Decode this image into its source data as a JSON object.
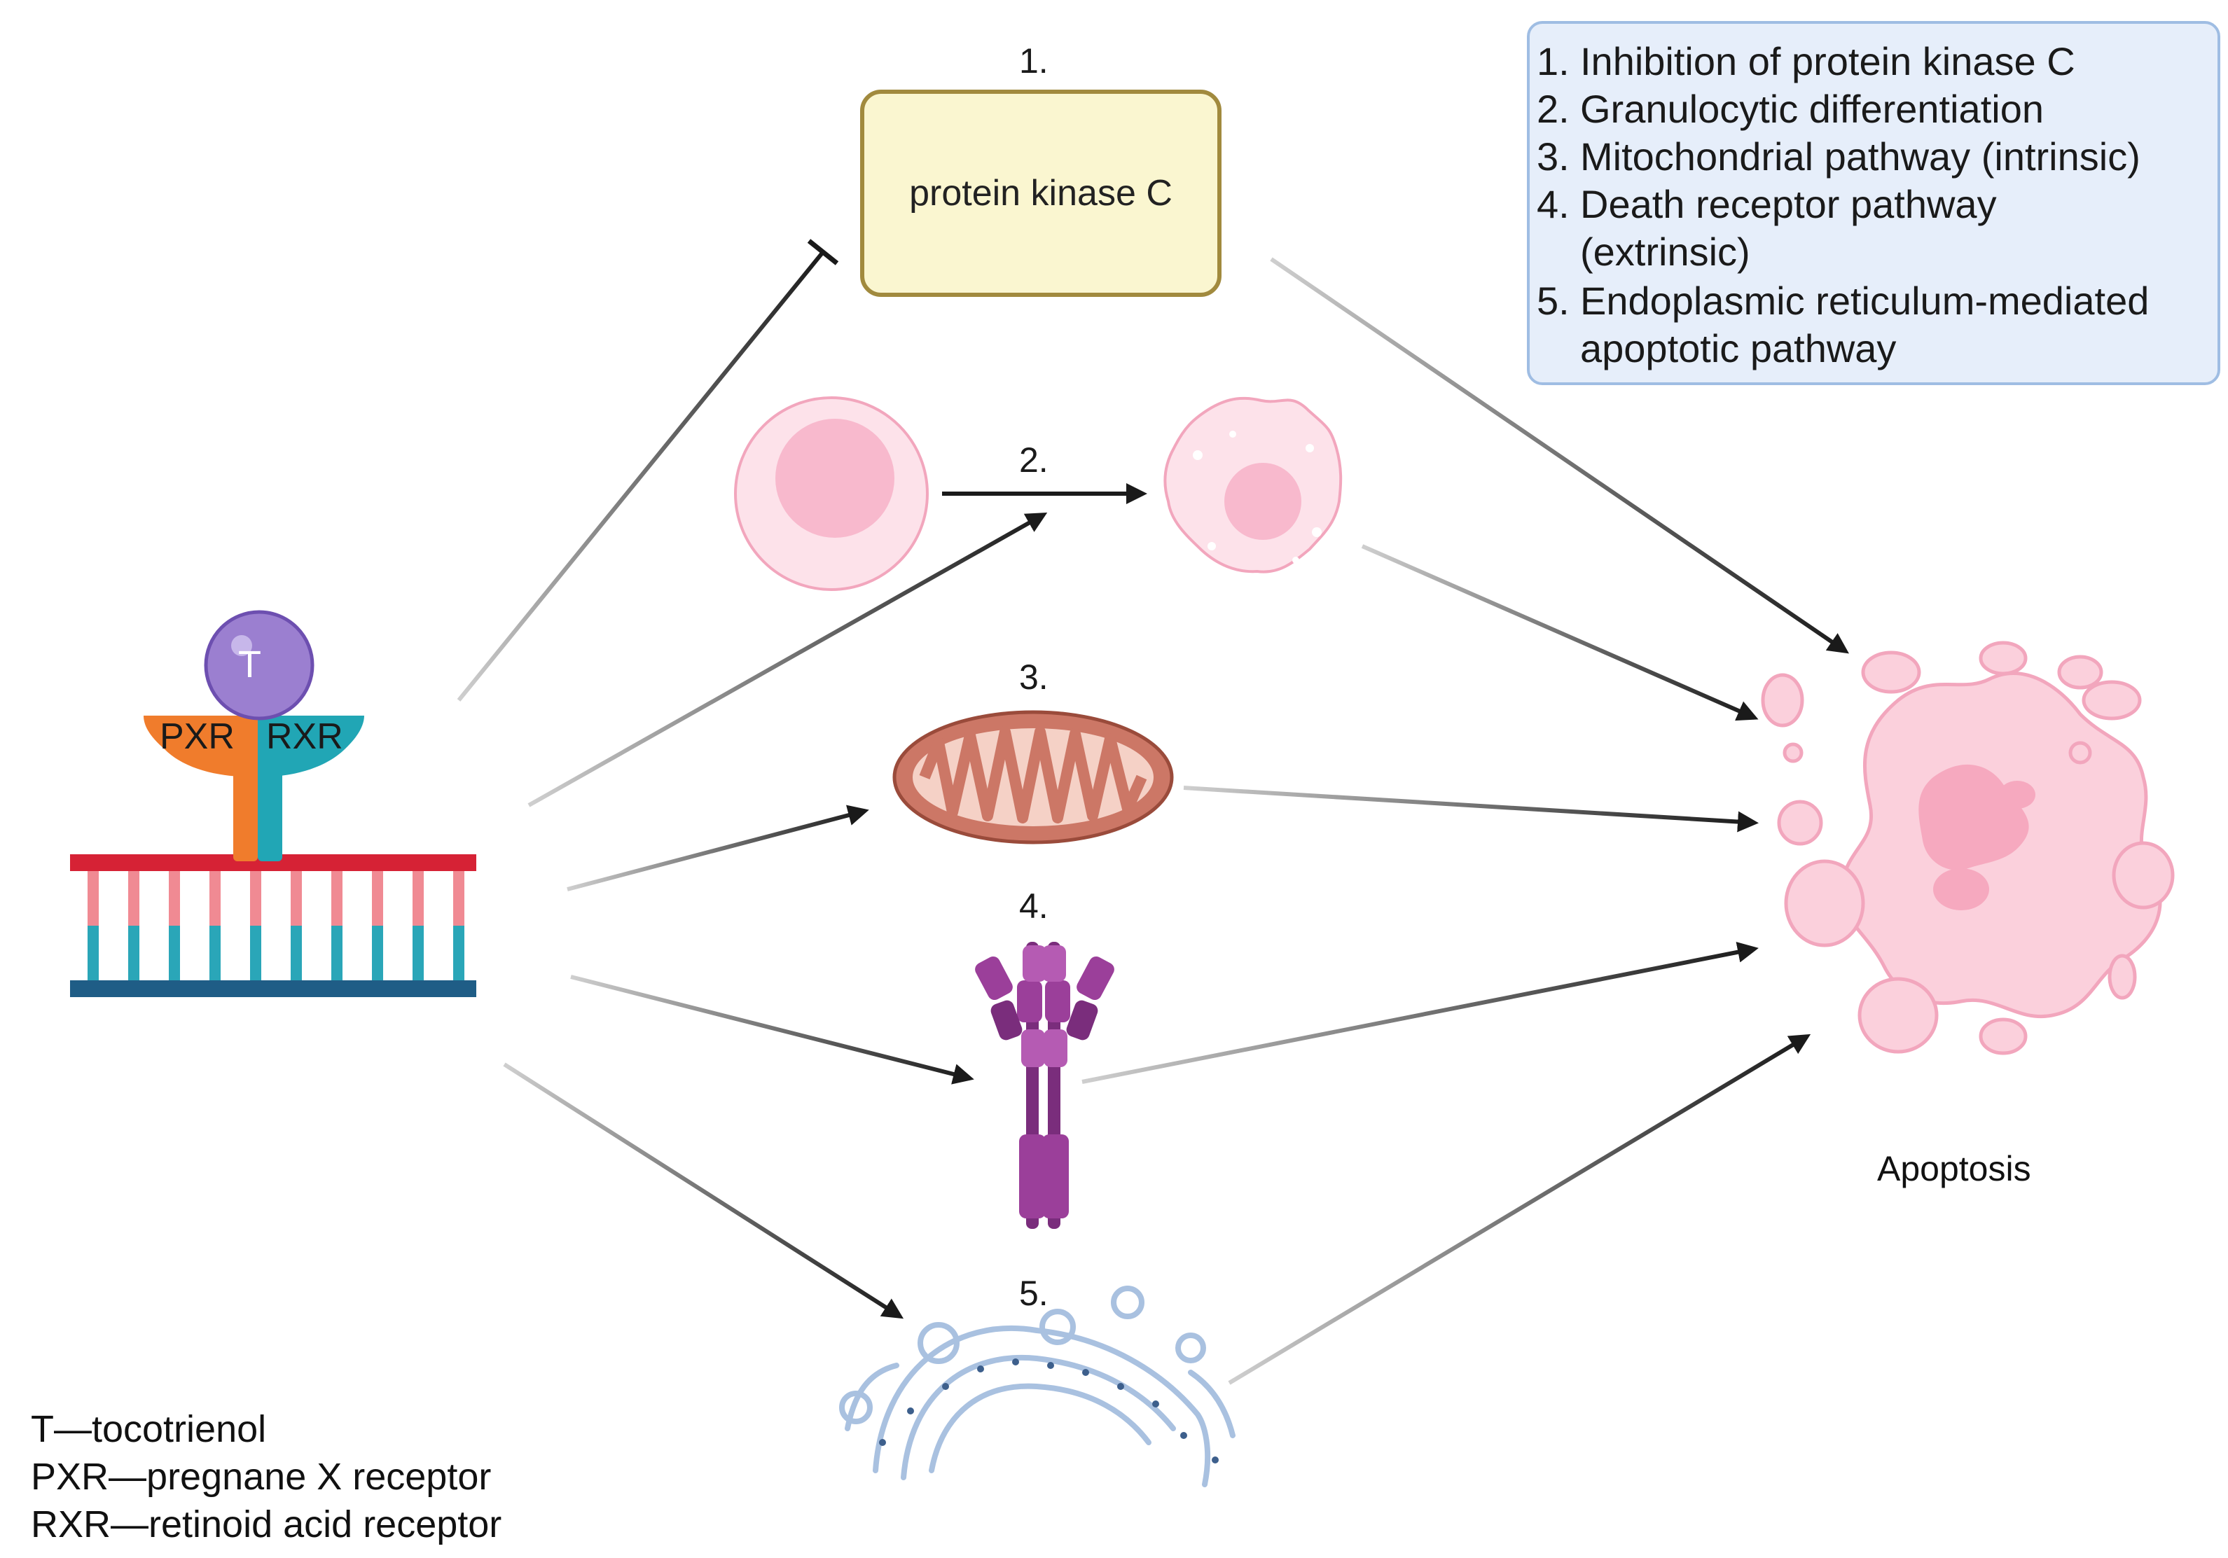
{
  "legend": {
    "items": [
      {
        "num": "1.",
        "text": "Inhibition of protein kinase C"
      },
      {
        "num": "2.",
        "text": "Granulocytic differentiation"
      },
      {
        "num": "3.",
        "text": "Mitochondrial pathway (intrinsic)"
      },
      {
        "num": "4.",
        "text": "Death receptor pathway\n(extrinsic)"
      },
      {
        "num": "5.",
        "text": "Endoplasmic reticulum-mediated\napoptotic pathway"
      }
    ]
  },
  "steps": {
    "s1": "1.",
    "s2": "2.",
    "s3": "3.",
    "s4": "4.",
    "s5": "5."
  },
  "pkc_box": {
    "label": "protein kinase C"
  },
  "ligand": {
    "label": "T"
  },
  "receptors": {
    "left": "PXR",
    "right": "RXR"
  },
  "result": {
    "label": "Apoptosis"
  },
  "abbreviations": [
    "T—tocotrienol",
    "PXR—pregnane X receptor",
    "RXR—retinoid acid receptor"
  ],
  "colors": {
    "legend_bg": "#e6eefa",
    "legend_border": "#9fbde3",
    "pkc_fill": "#faf6d0",
    "pkc_border": "#a18a3e",
    "cell_pink": "#f9c9d6",
    "mito": "#c9705e",
    "receptor_purple": "#9b3f9a",
    "er_blue": "#a9c1e0",
    "ligand_purple": "#9b7fd0",
    "pxr_orange": "#f07c2c",
    "rxr_teal": "#21a6b5",
    "dna_red": "#d62235",
    "dna_blue": "#1f5d86"
  }
}
